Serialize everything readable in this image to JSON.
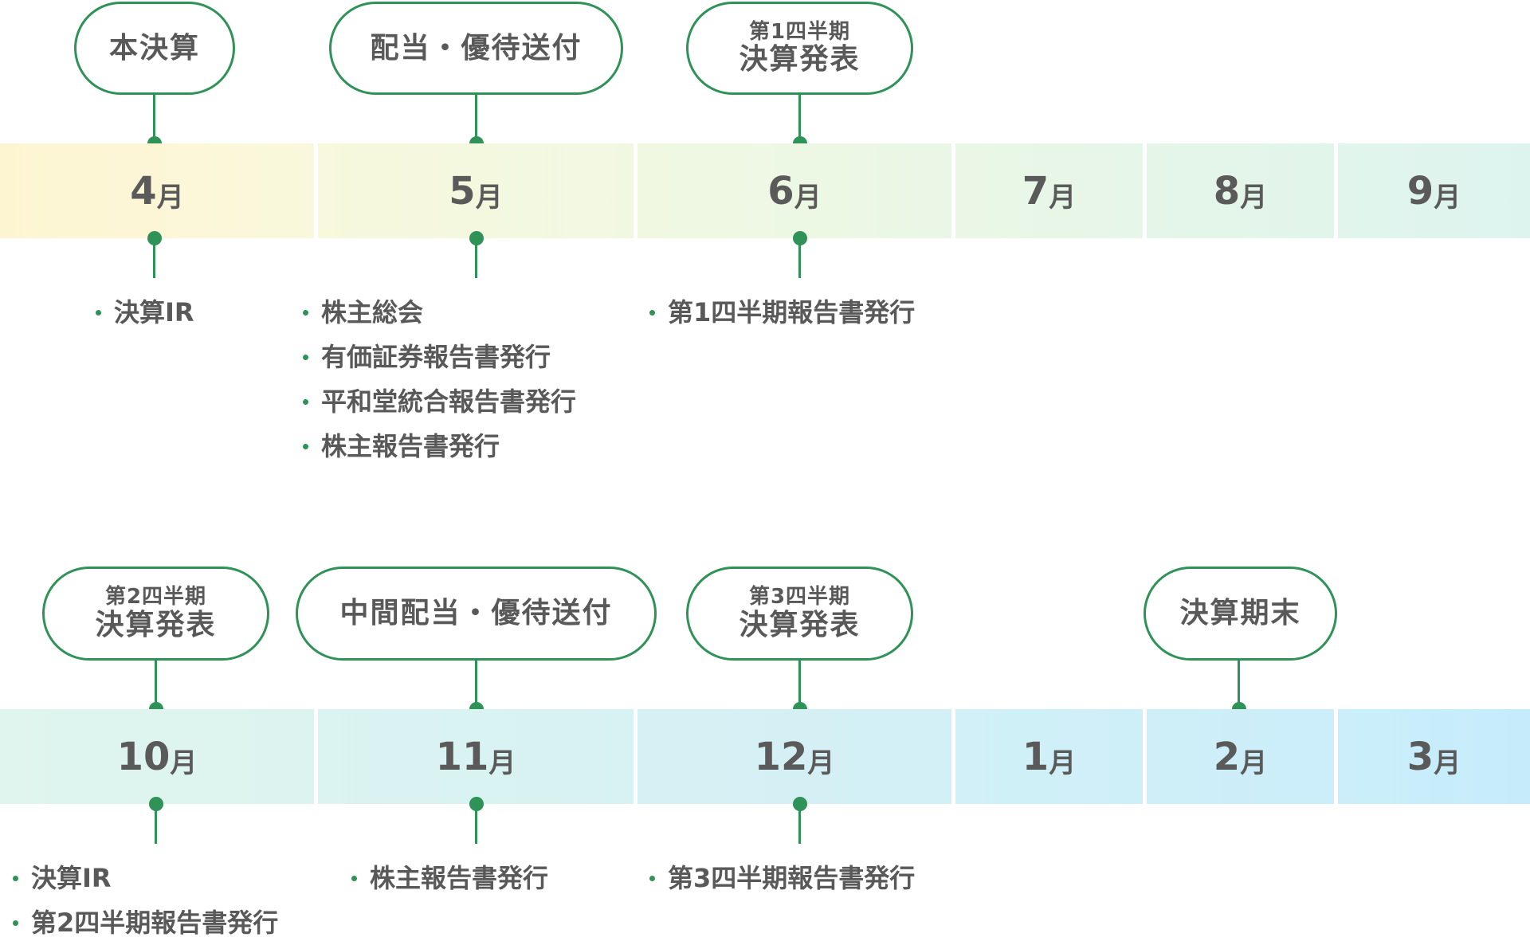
{
  "accent_color": "#2f9257",
  "row1": {
    "months": [
      {
        "num": "4",
        "unit": "月"
      },
      {
        "num": "5",
        "unit": "月"
      },
      {
        "num": "6",
        "unit": "月"
      },
      {
        "num": "7",
        "unit": "月"
      },
      {
        "num": "8",
        "unit": "月"
      },
      {
        "num": "9",
        "unit": "月"
      }
    ],
    "events": [
      {
        "main": "本決算"
      },
      {
        "main": "配当・優待送付"
      },
      {
        "sub": "第1四半期",
        "main": "決算発表"
      }
    ],
    "items": {
      "april": [
        "決算IR"
      ],
      "may": [
        "株主総会",
        "有価証券報告書発行",
        "平和堂統合報告書発行",
        "株主報告書発行"
      ],
      "june": [
        "第1四半期報告書発行"
      ]
    }
  },
  "row2": {
    "months": [
      {
        "num": "10",
        "unit": "月"
      },
      {
        "num": "11",
        "unit": "月"
      },
      {
        "num": "12",
        "unit": "月"
      },
      {
        "num": "1",
        "unit": "月"
      },
      {
        "num": "2",
        "unit": "月"
      },
      {
        "num": "3",
        "unit": "月"
      }
    ],
    "events": [
      {
        "sub": "第2四半期",
        "main": "決算発表"
      },
      {
        "main": "中間配当・優待送付"
      },
      {
        "sub": "第3四半期",
        "main": "決算発表"
      },
      {
        "main": "決算期末"
      }
    ],
    "items": {
      "october": [
        "決算IR",
        "第2四半期報告書発行"
      ],
      "november": [
        "株主報告書発行"
      ],
      "december": [
        "第3四半期報告書発行"
      ]
    }
  }
}
